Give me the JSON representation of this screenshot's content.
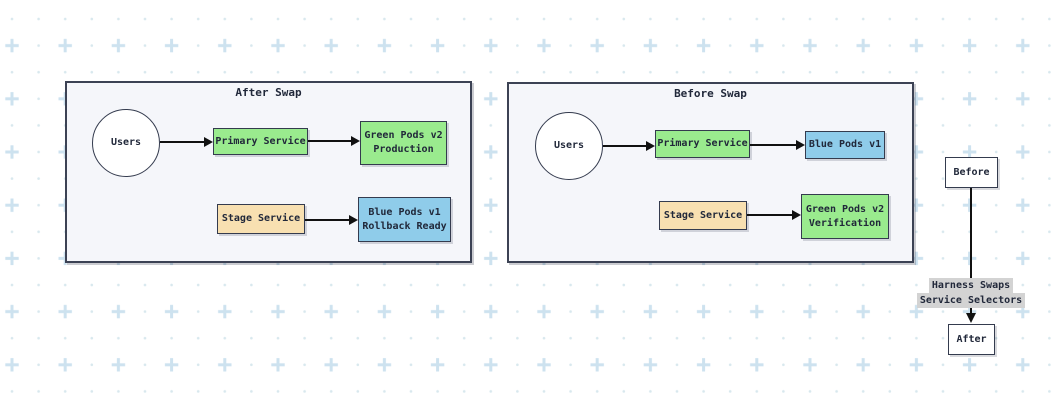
{
  "background": {
    "dot_color": "#d8e8ee",
    "plus_color": "#cde2ef"
  },
  "colors": {
    "panel_fill": "#f5f6fa",
    "panel_border": "#3c4254",
    "node_border": "#343b4e",
    "green": "#9aeb8e",
    "blue": "#8fccea",
    "tan": "#f8e0b1",
    "white": "#ffffff",
    "text": "#21283a",
    "arrow": "#111111",
    "label_bg": "#d3d3d3"
  },
  "panels": [
    {
      "title": "After Swap",
      "users": "Users",
      "primary_service": "Primary Service",
      "primary_pods_line1": "Green Pods v2",
      "primary_pods_line2": "Production",
      "stage_service": "Stage Service",
      "stage_pods_line1": "Blue Pods v1",
      "stage_pods_line2": "Rollback Ready"
    },
    {
      "title": "Before Swap",
      "users": "Users",
      "primary_service": "Primary Service",
      "primary_pods_line1": "Blue Pods v1",
      "primary_pods_line2": "",
      "stage_service": "Stage Service",
      "stage_pods_line1": "Green Pods v2",
      "stage_pods_line2": "Verification"
    }
  ],
  "transition": {
    "before_label": "Before",
    "after_label": "After",
    "edge_label_line1": "Harness Swaps",
    "edge_label_line2": "Service Selectors"
  }
}
